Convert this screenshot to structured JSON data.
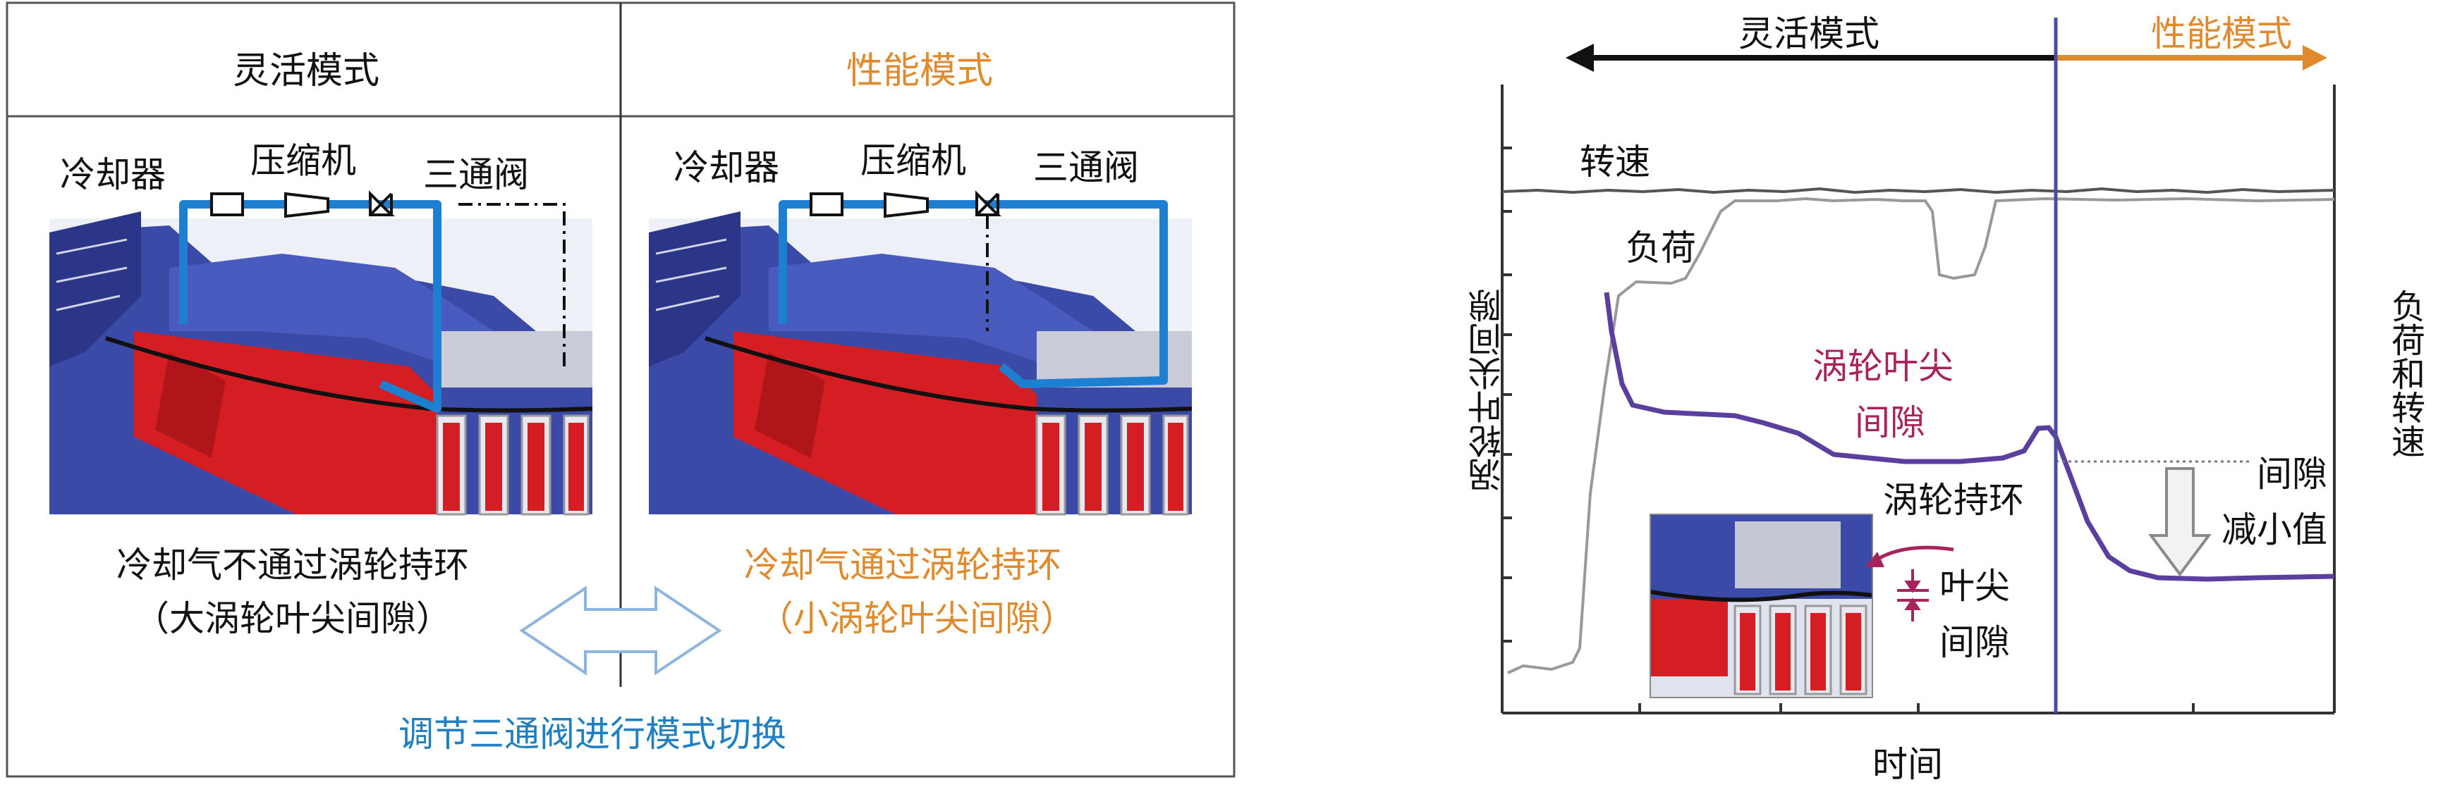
{
  "left_panel": {
    "mode_flexible": "灵活模式",
    "mode_performance": "性能模式",
    "left_labels": {
      "cooler": "冷却器",
      "compressor": "压缩机",
      "valve": "三通阀"
    },
    "right_labels": {
      "cooler": "冷却器",
      "compressor": "压缩机",
      "valve": "三通阀"
    },
    "left_caption_1": "冷却气不通过涡轮持环",
    "left_caption_2": "（大涡轮叶尖间隙）",
    "right_caption_1": "冷却气通过涡轮持环",
    "right_caption_2": "（小涡轮叶尖间隙）",
    "switch_caption": "调节三通阀进行模式切换"
  },
  "chart": {
    "top_flexible": "灵活模式",
    "top_performance": "性能模式",
    "y_left_label": "涡轮叶尖间隙",
    "y_right_label": "负荷和转速",
    "x_label": "时间",
    "speed_label": "转速",
    "load_label": "负荷",
    "clearance_label_1": "涡轮叶尖",
    "clearance_label_2": "间隙",
    "ring_label": "涡轮持环",
    "reduce_label_1": "间隙",
    "reduce_label_2": "减小值",
    "tip_label_1": "叶尖",
    "tip_label_2": "间隙"
  },
  "colors": {
    "orange": "#e08a2e",
    "blue_text": "#1f7fc0",
    "purple": "#5b3f9e",
    "crimson": "#a6235c",
    "vline": "#4a4e9c"
  }
}
